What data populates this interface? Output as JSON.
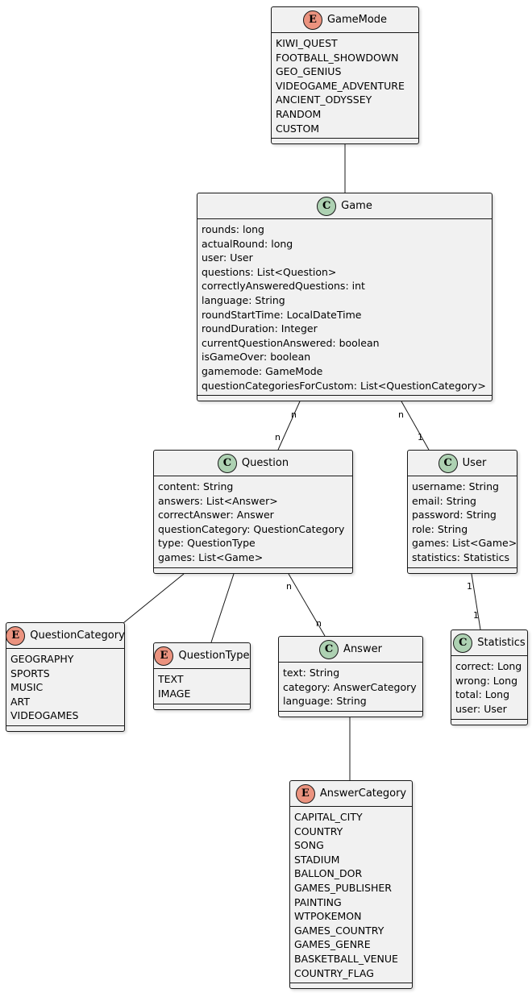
{
  "boxes": {
    "gamemode": {
      "title": "GameMode",
      "kind": "enum",
      "stereotype": "E",
      "items": [
        "KIWI_QUEST",
        "FOOTBALL_SHOWDOWN",
        "GEO_GENIUS",
        "VIDEOGAME_ADVENTURE",
        "ANCIENT_ODYSSEY",
        "RANDOM",
        "CUSTOM"
      ]
    },
    "game": {
      "title": "Game",
      "kind": "class",
      "stereotype": "C",
      "items": [
        "rounds: long",
        "actualRound: long",
        "user: User",
        "questions: List<Question>",
        "correctlyAnsweredQuestions: int",
        "language: String",
        "roundStartTime: LocalDateTime",
        "roundDuration: Integer",
        "currentQuestionAnswered: boolean",
        "isGameOver: boolean",
        "gamemode: GameMode",
        "questionCategoriesForCustom: List<QuestionCategory>"
      ]
    },
    "question": {
      "title": "Question",
      "kind": "class",
      "stereotype": "C",
      "items": [
        "content: String",
        "answers: List<Answer>",
        "correctAnswer: Answer",
        "questionCategory: QuestionCategory",
        "type: QuestionType",
        "games: List<Game>"
      ]
    },
    "user": {
      "title": "User",
      "kind": "class",
      "stereotype": "C",
      "items": [
        "username: String",
        "email: String",
        "password: String",
        "role: String",
        "games: List<Game>",
        "statistics: Statistics"
      ]
    },
    "questioncategory": {
      "title": "QuestionCategory",
      "kind": "enum",
      "stereotype": "E",
      "items": [
        "GEOGRAPHY",
        "SPORTS",
        "MUSIC",
        "ART",
        "VIDEOGAMES"
      ]
    },
    "questiontype": {
      "title": "QuestionType",
      "kind": "enum",
      "stereotype": "E",
      "items": [
        "TEXT",
        "IMAGE"
      ]
    },
    "answer": {
      "title": "Answer",
      "kind": "class",
      "stereotype": "C",
      "items": [
        "text: String",
        "category: AnswerCategory",
        "language: String"
      ]
    },
    "statistics": {
      "title": "Statistics",
      "kind": "class",
      "stereotype": "C",
      "items": [
        "correct: Long",
        "wrong: Long",
        "total: Long",
        "user: User"
      ]
    },
    "answercategory": {
      "title": "AnswerCategory",
      "kind": "enum",
      "stereotype": "E",
      "items": [
        "CAPITAL_CITY",
        "COUNTRY",
        "SONG",
        "STADIUM",
        "BALLON_DOR",
        "GAMES_PUBLISHER",
        "PAINTING",
        "WTPOKEMON",
        "GAMES_COUNTRY",
        "GAMES_GENRE",
        "BASKETBALL_VENUE",
        "COUNTRY_FLAG"
      ]
    }
  },
  "relations": [
    {
      "from": "gamemode",
      "to": "game",
      "from_mult": "",
      "to_mult": ""
    },
    {
      "from": "game",
      "to": "question",
      "from_mult": "n",
      "to_mult": "n"
    },
    {
      "from": "game",
      "to": "user",
      "from_mult": "n",
      "to_mult": "1"
    },
    {
      "from": "question",
      "to": "questioncategory",
      "from_mult": "",
      "to_mult": ""
    },
    {
      "from": "question",
      "to": "questiontype",
      "from_mult": "",
      "to_mult": ""
    },
    {
      "from": "question",
      "to": "answer",
      "from_mult": "n",
      "to_mult": "n"
    },
    {
      "from": "user",
      "to": "statistics",
      "from_mult": "1",
      "to_mult": "1"
    },
    {
      "from": "answer",
      "to": "answercategory",
      "from_mult": "",
      "to_mult": ""
    }
  ],
  "colors": {
    "enum_badge": "#eb937f",
    "class_badge": "#add1b2",
    "box_fill": "#f1f1f1",
    "border": "#181818"
  }
}
